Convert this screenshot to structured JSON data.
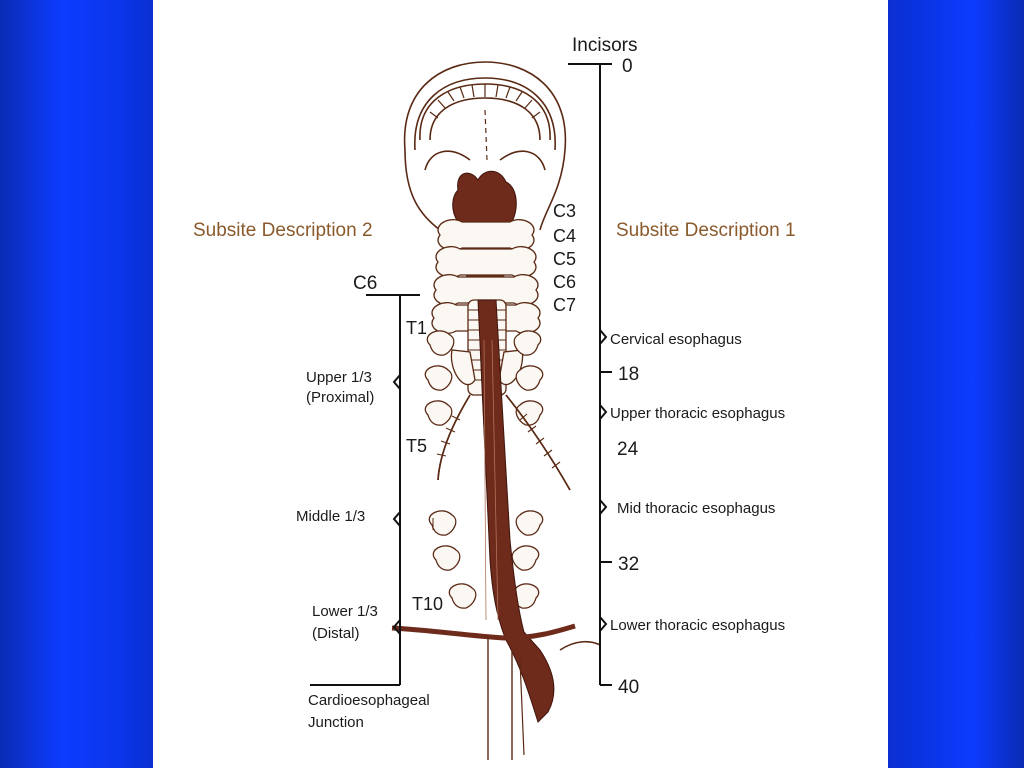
{
  "diagram": {
    "title_right": "Subsite Description 1",
    "title_left": "Subsite Description 2",
    "incisors_label": "Incisors",
    "right_scale": {
      "ticks": [
        {
          "label": "0"
        },
        {
          "label": "18"
        },
        {
          "label": "24"
        },
        {
          "label": "32"
        },
        {
          "label": "40"
        }
      ],
      "subsites": [
        {
          "label": "Cervical esophagus"
        },
        {
          "label": "Upper thoracic esophagus"
        },
        {
          "label": "Mid thoracic esophagus"
        },
        {
          "label": "Lower thoracic esophagus"
        }
      ]
    },
    "left_scale": {
      "top_label": "C6",
      "bottom_label_line1": "Cardioesophageal",
      "bottom_label_line2": "Junction",
      "segments": [
        {
          "line1": "Upper 1/3",
          "line2": "(Proximal)"
        },
        {
          "line1": "Middle 1/3",
          "line2": ""
        },
        {
          "line1": "Lower 1/3",
          "line2": "(Distal)"
        }
      ]
    },
    "vertebra_labels": {
      "c3": "C3",
      "c4": "C4",
      "c5": "C5",
      "c6": "C6",
      "c7": "C7",
      "t1": "T1",
      "t5": "T5",
      "t10": "T10"
    },
    "colors": {
      "background_blue": "#0d3cff",
      "subsite_title": "#8a5a2c",
      "anatomy": "#6e2a1a"
    }
  }
}
